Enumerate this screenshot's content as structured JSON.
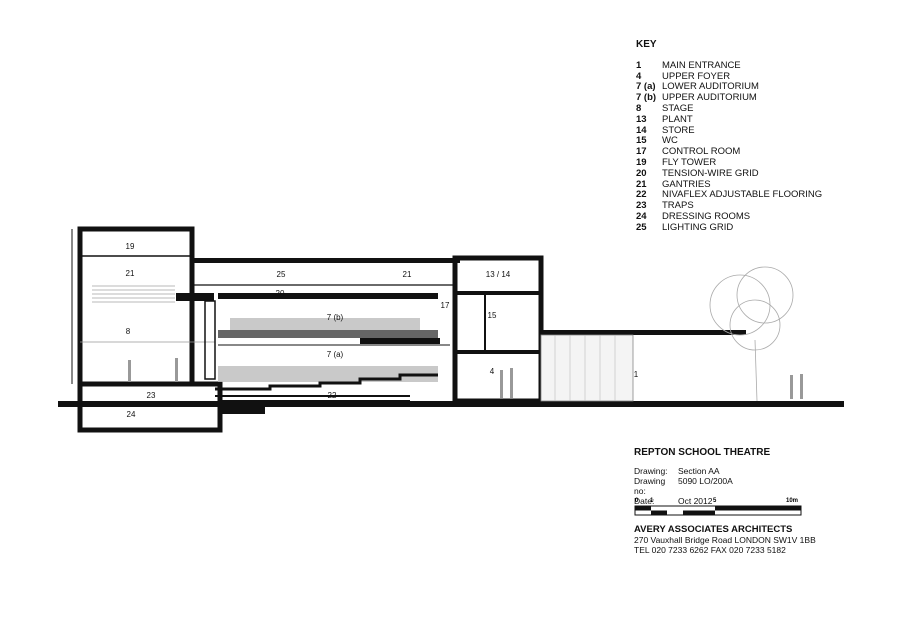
{
  "key": {
    "title": "KEY",
    "items": [
      {
        "num": "1",
        "label": "MAIN ENTRANCE"
      },
      {
        "num": "4",
        "label": "UPPER FOYER"
      },
      {
        "num": "7 (a)",
        "label": "LOWER AUDITORIUM"
      },
      {
        "num": "7 (b)",
        "label": "UPPER AUDITORIUM"
      },
      {
        "num": "8",
        "label": "STAGE"
      },
      {
        "num": "13",
        "label": "PLANT"
      },
      {
        "num": "14",
        "label": "STORE"
      },
      {
        "num": "15",
        "label": "WC"
      },
      {
        "num": "17",
        "label": "CONTROL ROOM"
      },
      {
        "num": "19",
        "label": "FLY TOWER"
      },
      {
        "num": "20",
        "label": "TENSION-WIRE GRID"
      },
      {
        "num": "21",
        "label": "GANTRIES"
      },
      {
        "num": "22",
        "label": "NIVAFLEX ADJUSTABLE FLOORING"
      },
      {
        "num": "23",
        "label": "TRAPS"
      },
      {
        "num": "24",
        "label": "DRESSING ROOMS"
      },
      {
        "num": "25",
        "label": "LIGHTING GRID"
      }
    ]
  },
  "section_labels": {
    "fly_tower": "19",
    "gantries_left": "21",
    "lighting_grid": "25",
    "gantries_right": "21",
    "plant_store": "13 / 14",
    "tension_grid": "20",
    "upper_auditorium": "7 (b)",
    "control_room": "17",
    "wc": "15",
    "stage": "8",
    "lower_auditorium": "7 (a)",
    "upper_foyer": "4",
    "main_entrance": "1",
    "traps": "23",
    "flooring": "22",
    "dressing_rooms": "24"
  },
  "title_block": {
    "project": "REPTON SCHOOL THEATRE",
    "drawing_label": "Drawing:",
    "drawing_value": "Section AA",
    "drawing_no_label": "Drawing no:",
    "drawing_no_value": "5090 LO/200A",
    "date_label": "Date:",
    "date_value": "Oct 2012",
    "firm": "AVERY ASSOCIATES ARCHITECTS",
    "address": "270 Vauxhall Bridge Road LONDON SW1V 1BB",
    "contact": "TEL 020 7233 6262   FAX 020 7233 5182"
  },
  "scale": {
    "ticks": [
      "0",
      "1",
      "5",
      "10m"
    ]
  }
}
